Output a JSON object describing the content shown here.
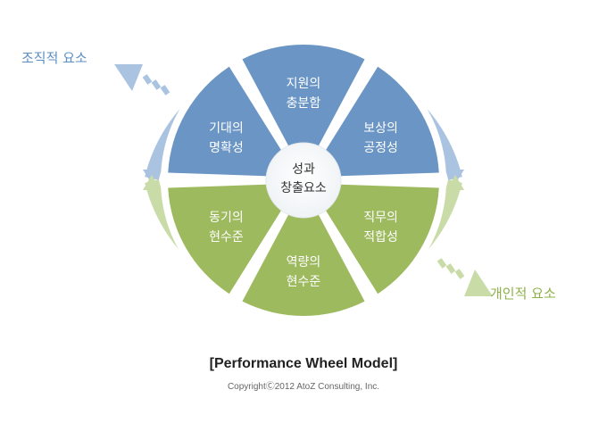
{
  "labels": {
    "organizational": "조직적 요소",
    "individual": "개인적 요소"
  },
  "center": {
    "line1": "성과",
    "line2": "창출요소"
  },
  "segments": [
    {
      "line1": "지원의",
      "line2": "충분함"
    },
    {
      "line1": "보상의",
      "line2": "공정성"
    },
    {
      "line1": "직무의",
      "line2": "적합성"
    },
    {
      "line1": "역량의",
      "line2": "현수준"
    },
    {
      "line1": "동기의",
      "line2": "현수준"
    },
    {
      "line1": "기대의",
      "line2": "명확성"
    }
  ],
  "caption": "[Performance Wheel Model]",
  "copyright": "CopyrightⒸ2012 AtoZ Consulting, Inc.",
  "colors": {
    "blue": "#6a95c4",
    "green": "#9dba5f",
    "blue_ring": "#a9c3e0",
    "green_ring": "#c9dca8"
  }
}
